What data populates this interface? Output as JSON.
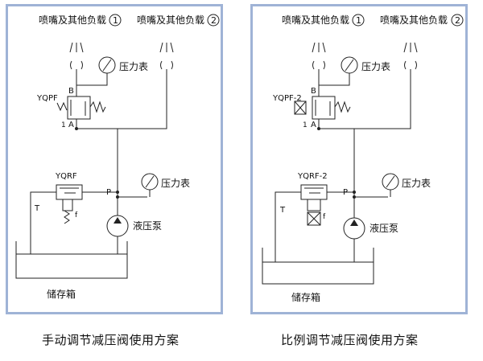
{
  "panels": [
    {
      "nozzle1": "喷嘴及其他负载",
      "nozzle1_num": "1",
      "nozzle2": "喷嘴及其他负载",
      "nozzle2_num": "2",
      "gauge_top": "压力表",
      "valve_top": "YQPF",
      "port_b": "B",
      "port_a": "A",
      "port_1": "1",
      "valve_bottom": "YQRF",
      "port_p": "P",
      "gauge_bottom": "压力表",
      "port_t": "T",
      "spring_f": "f",
      "pump": "液压泵",
      "tank": "储存箱",
      "caption": "手动调节减压阀使用方案"
    },
    {
      "nozzle1": "喷嘴及其他负载",
      "nozzle1_num": "1",
      "nozzle2": "喷嘴及其他负载",
      "nozzle2_num": "2",
      "gauge_top": "压力表",
      "valve_top": "YQPF-2",
      "port_b": "B",
      "port_a": "A",
      "port_1": "1",
      "valve_bottom": "YQRF-2",
      "port_p": "P",
      "gauge_bottom": "压力表",
      "port_t": "T",
      "spring_f": "f",
      "pump": "液压泵",
      "tank": "储存箱",
      "caption": "比例调节减压阀使用方案"
    }
  ]
}
